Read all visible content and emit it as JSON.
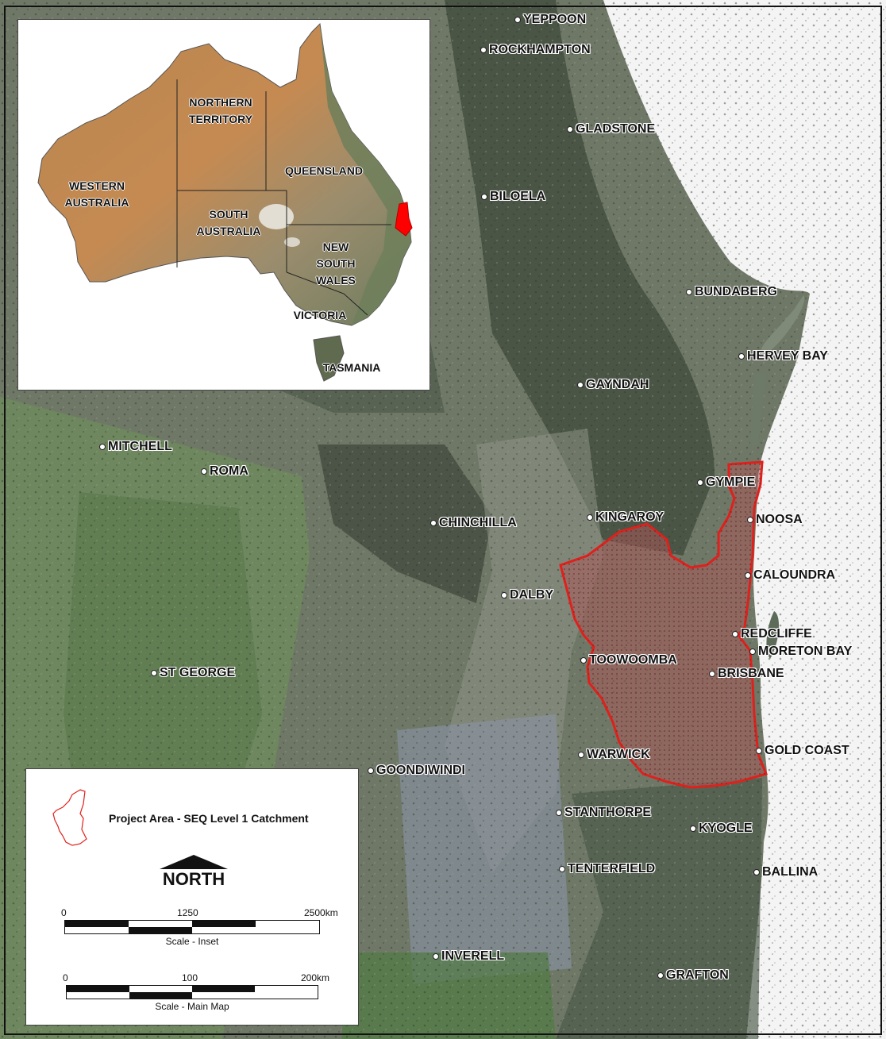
{
  "towns": [
    {
      "name": "YEPPOON"
    },
    {
      "name": "ROCKHAMPTON"
    },
    {
      "name": "GLADSTONE"
    },
    {
      "name": "BILOELA"
    },
    {
      "name": "BUNDABERG"
    },
    {
      "name": "HERVEY BAY"
    },
    {
      "name": "GAYNDAH"
    },
    {
      "name": "MITCHELL"
    },
    {
      "name": "ROMA"
    },
    {
      "name": "GYMPIE"
    },
    {
      "name": "NOOSA"
    },
    {
      "name": "KINGAROY"
    },
    {
      "name": "CHINCHILLA"
    },
    {
      "name": "CALOUNDRA"
    },
    {
      "name": "DALBY"
    },
    {
      "name": "REDCLIFFE"
    },
    {
      "name": "MORETON BAY"
    },
    {
      "name": "TOOWOOMBA"
    },
    {
      "name": "BRISBANE"
    },
    {
      "name": "ST GEORGE"
    },
    {
      "name": "GOLD COAST"
    },
    {
      "name": "WARWICK"
    },
    {
      "name": "GOONDIWINDI"
    },
    {
      "name": "STANTHORPE"
    },
    {
      "name": "KYOGLE"
    },
    {
      "name": "TENTERFIELD"
    },
    {
      "name": "BALLINA"
    },
    {
      "name": "INVERELL"
    },
    {
      "name": "GRAFTON"
    }
  ],
  "inset": {
    "states": [
      {
        "line1": "NORTHERN",
        "line2": "TERRITORY"
      },
      {
        "line1": "QUEENSLAND",
        "line2": ""
      },
      {
        "line1": "WESTERN",
        "line2": "AUSTRALIA"
      },
      {
        "line1": "SOUTH",
        "line2": "AUSTRALIA"
      },
      {
        "line1": "NEW",
        "line2": "SOUTH",
        "line3": "WALES"
      },
      {
        "line1": "VICTORIA",
        "line2": ""
      },
      {
        "line1": "TASMANIA",
        "line2": ""
      }
    ]
  },
  "legend": {
    "project_area": "Project Area - SEQ Level 1 Catchment",
    "north": "NORTH",
    "scale_inset": {
      "ticks": [
        "0",
        "1250",
        "2500km"
      ],
      "caption": "Scale - Inset"
    },
    "scale_main": {
      "ticks": [
        "0",
        "100",
        "200km"
      ],
      "caption": "Scale - Main Map"
    }
  },
  "colors": {
    "catchment_outline": "#e0201c",
    "catchment_fill": "#a85a5a",
    "highlight_inset": "#ff0000"
  }
}
